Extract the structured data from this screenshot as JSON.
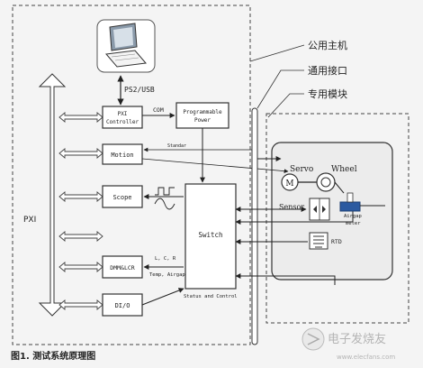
{
  "pxi_label": "PXI",
  "host_label": "公用主机",
  "interface_label": "通用接口",
  "module_label": "专用模块",
  "ps2_usb": "PS2/USB",
  "com": "COM",
  "pxi_controller_line1": "PXI",
  "pxi_controller_line2": "Controller",
  "programmable_power_line1": "Programmable",
  "programmable_power_line2": "Power",
  "motion": "Motion",
  "standar": "Standar",
  "scope": "Scope",
  "switch": "Switch",
  "dmm_lcr": "DMM&LCR",
  "lcr_values": "L, C, R",
  "temp_airgap": "Temp, Airgap",
  "dio": "DI/O",
  "status_control": "Status and Control",
  "servo": "Servo",
  "wheel": "Wheel",
  "motor_symbol": "M",
  "sensor": "Sensor",
  "airgap_meter_line1": "Airgap",
  "airgap_meter_line2": "meter",
  "rtd": "RTD",
  "caption": "图1. 测试系统原理图",
  "watermark": "电子发烧友",
  "watermark_url": "www.elecfans.com"
}
